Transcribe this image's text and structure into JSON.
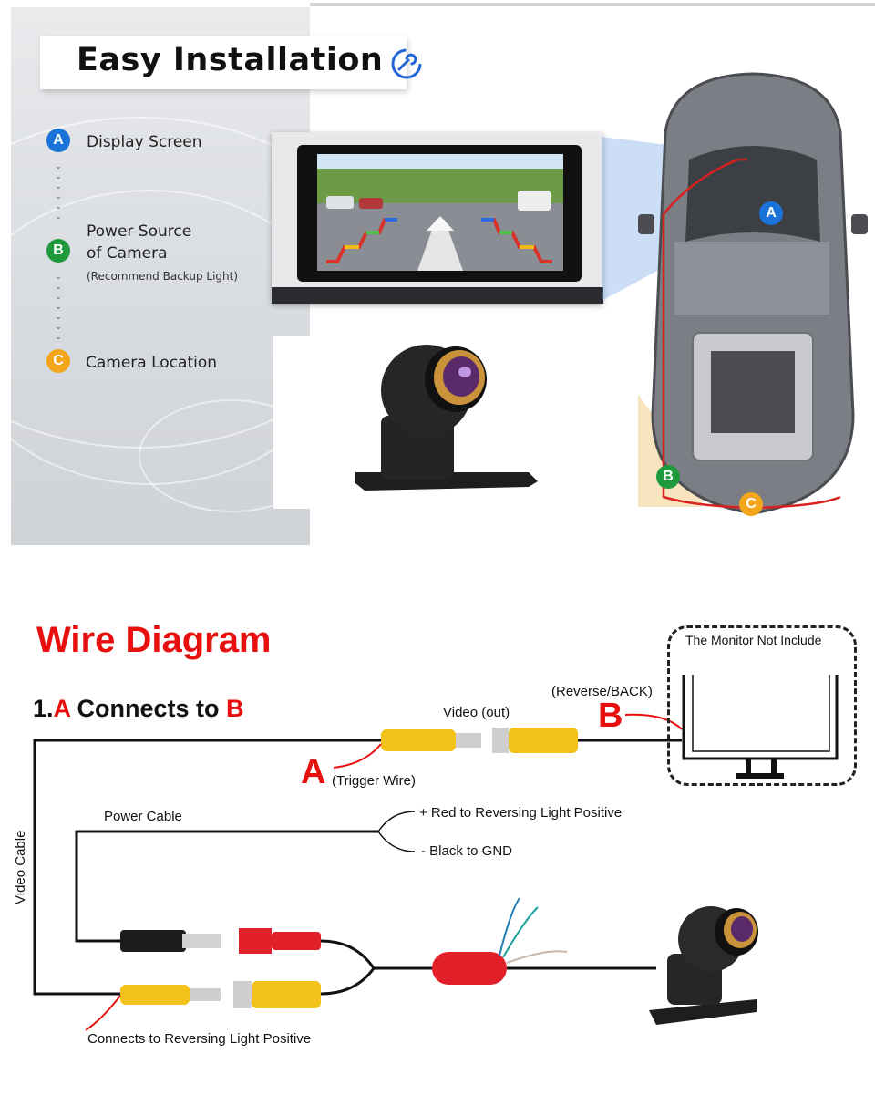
{
  "header": {
    "title": "Easy Installation"
  },
  "steps": [
    {
      "badge": "A",
      "color": "#1a73d9",
      "label": "Display Screen"
    },
    {
      "badge": "B",
      "color": "#1e9a3c",
      "label_line1": "Power Source",
      "label_line2": "of Camera",
      "note": "(Recommend Backup Light)"
    },
    {
      "badge": "C",
      "color": "#f3a51c",
      "label": "Camera Location"
    }
  ],
  "car_markers": [
    {
      "badge": "A",
      "color": "#1a73d9"
    },
    {
      "badge": "B",
      "color": "#1e9a3c"
    },
    {
      "badge": "C",
      "color": "#f3a51c"
    }
  ],
  "wire_diagram": {
    "title": "Wire Diagram",
    "subtitle_prefix": "1.",
    "subtitle_a": "A",
    "subtitle_mid": " Connects to ",
    "subtitle_b": "B",
    "letter_a": "A",
    "letter_b": "B",
    "video_out": "Video (out)",
    "reverse_back": "(Reverse/BACK)",
    "trigger_wire": "(Trigger Wire)",
    "monitor_note": "The Monitor Not Include",
    "power_cable": "Power Cable",
    "red_positive": "+ Red to Reversing Light Positive",
    "black_gnd": "- Black to GND",
    "video_cable": "Video Cable",
    "connects_reversing": "Connects to Reversing Light Positive"
  },
  "colors": {
    "accent_red": "#e8100f",
    "badge_blue": "#1a73d9",
    "badge_green": "#1e9a3c",
    "badge_orange": "#f3a51c",
    "connector_yellow": "#f2c21b",
    "connector_red": "#e2202a"
  }
}
